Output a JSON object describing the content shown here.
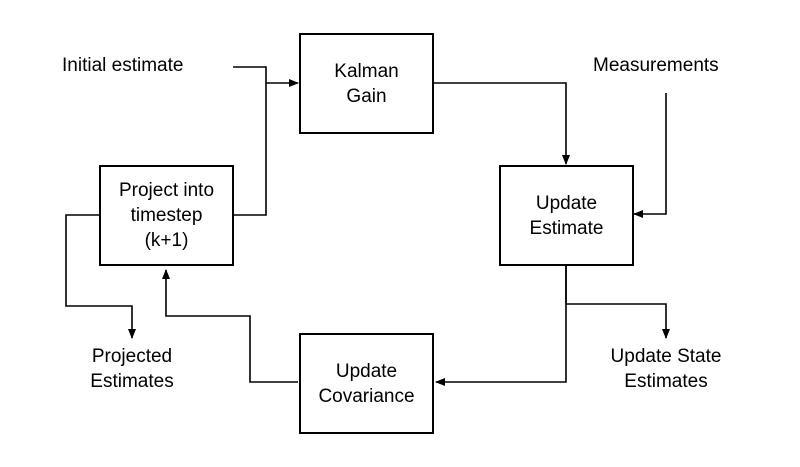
{
  "boxes": {
    "kalman_gain": "Kalman\nGain",
    "update_estimate": "Update\nEstimate",
    "update_covariance": "Update\nCovariance",
    "project_timestep": "Project into\ntimestep\n(k+1)"
  },
  "labels": {
    "initial_estimate": "Initial estimate",
    "measurements": "Measurements",
    "projected_estimates": "Projected\nEstimates",
    "update_state_estimates": "Update State\nEstimates"
  },
  "colors": {
    "stroke": "#000000",
    "background": "#ffffff"
  }
}
